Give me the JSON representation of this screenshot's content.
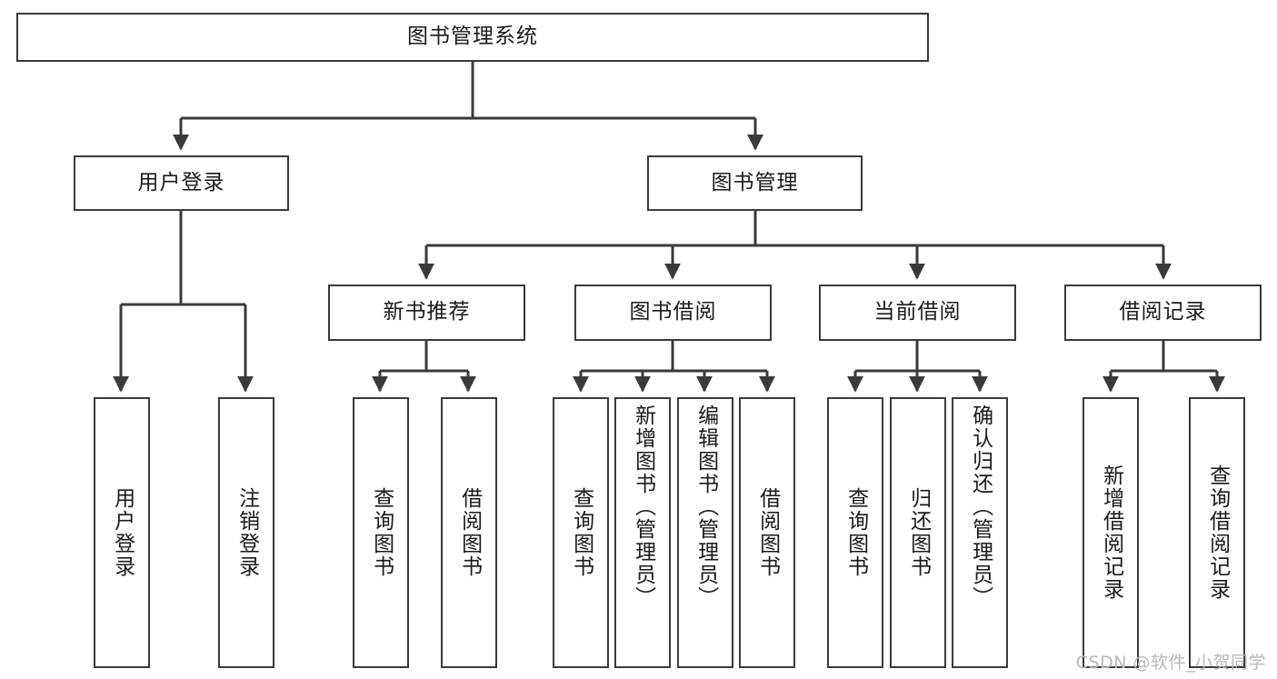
{
  "diagram": {
    "type": "tree",
    "title": "图书管理系统",
    "watermark": "CSDN @软件_小贺同学",
    "colors": {
      "box_border": "#3a3a3a",
      "box_fill": "#ffffff",
      "connector": "#3a3a3a",
      "text": "#1a1a1a",
      "watermark": "#b9b9b9",
      "background": "#ffffff"
    },
    "nodes": {
      "root": {
        "label": "图书管理系统"
      },
      "level2": [
        {
          "id": "user-login",
          "label": "用户登录"
        },
        {
          "id": "book-manage",
          "label": "图书管理"
        }
      ],
      "level3": [
        {
          "id": "new-book-recommend",
          "label": "新书推荐"
        },
        {
          "id": "book-borrow",
          "label": "图书借阅"
        },
        {
          "id": "current-borrow",
          "label": "当前借阅"
        },
        {
          "id": "borrow-record",
          "label": "借阅记录"
        }
      ],
      "leaves": [
        {
          "id": "leaf-user-login",
          "label": "用户登录",
          "parent": "user-login"
        },
        {
          "id": "leaf-user-logout",
          "label": "注销登录",
          "parent": "user-login"
        },
        {
          "id": "leaf-query-book-1",
          "label": "查询图书",
          "parent": "new-book-recommend"
        },
        {
          "id": "leaf-borrow-book-1",
          "label": "借阅图书",
          "parent": "new-book-recommend"
        },
        {
          "id": "leaf-query-book-2",
          "label": "查询图书",
          "parent": "book-borrow"
        },
        {
          "id": "leaf-add-book",
          "label": "新增图书（管理员）",
          "parent": "book-borrow"
        },
        {
          "id": "leaf-edit-book",
          "label": "编辑图书（管理员）",
          "parent": "book-borrow"
        },
        {
          "id": "leaf-borrow-book-2",
          "label": "借阅图书",
          "parent": "book-borrow"
        },
        {
          "id": "leaf-query-book-3",
          "label": "查询图书",
          "parent": "current-borrow"
        },
        {
          "id": "leaf-return-book",
          "label": "归还图书",
          "parent": "current-borrow"
        },
        {
          "id": "leaf-confirm-return",
          "label": "确认归还（管理员）",
          "parent": "current-borrow"
        },
        {
          "id": "leaf-add-record",
          "label": "新增借阅记录",
          "parent": "borrow-record"
        },
        {
          "id": "leaf-query-record",
          "label": "查询借阅记录",
          "parent": "borrow-record"
        }
      ]
    }
  }
}
